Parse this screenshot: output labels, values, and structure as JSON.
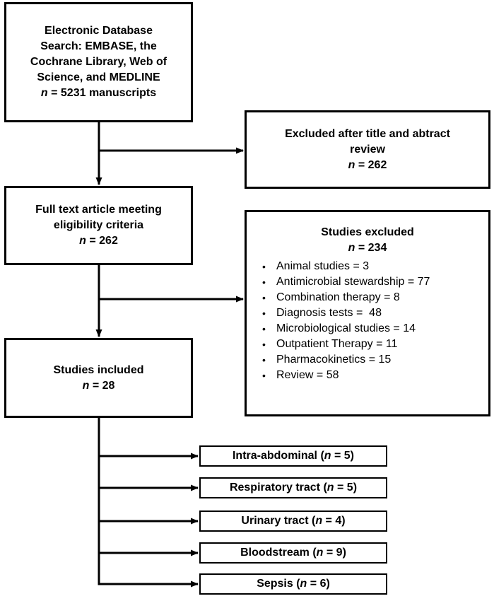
{
  "colors": {
    "border": "#000000",
    "background": "#ffffff",
    "text": "#000000"
  },
  "boxes": {
    "search": {
      "lines": [
        "Electronic Database",
        "Search: EMBASE, the",
        "Cochrane Library, Web of",
        "Science, and MEDLINE"
      ],
      "n_italic": "n",
      "n_rest": " = 5231 manuscripts"
    },
    "excluded_title": {
      "lines": [
        "Excluded after title and abtract",
        "review"
      ],
      "n_italic": "n",
      "n_rest": " = 262"
    },
    "full_text": {
      "lines": [
        "Full text article meeting",
        "eligibility criteria"
      ],
      "n_italic": "n",
      "n_rest": " = 262"
    },
    "studies_excluded": {
      "title": "Studies excluded",
      "n_italic": "n",
      "n_rest": " = 234",
      "items": [
        "Animal studies = 3",
        "Antimicrobial stewardship = 77",
        "Combination therapy = 8",
        "Diagnosis tests =  48",
        "Microbiological studies = 14",
        "Outpatient Therapy = 11",
        "Pharmacokinetics = 15",
        "Review = 58"
      ]
    },
    "studies_included": {
      "title": "Studies included",
      "n_italic": "n",
      "n_rest": " = 28"
    }
  },
  "outcomes": [
    {
      "pre": "Intra-abdominal (",
      "n": "n",
      "post": " = 5)"
    },
    {
      "pre": "Respiratory tract (",
      "n": "n",
      "post": " = 5)"
    },
    {
      "pre": "Urinary tract (",
      "n": "n",
      "post": " = 4)"
    },
    {
      "pre": "Bloodstream (",
      "n": "n",
      "post": " = 9)"
    },
    {
      "pre": "Sepsis (",
      "n": "n",
      "post": " = 6)"
    }
  ]
}
